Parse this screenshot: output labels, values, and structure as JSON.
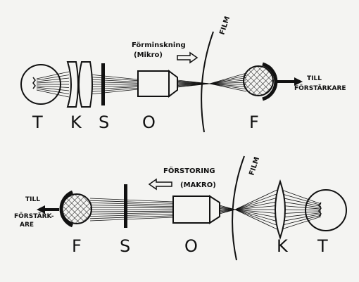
{
  "top_setup": {
    "film_label": "FILM",
    "mode_label_line1": "Förminskning",
    "mode_label_line2": "(Mikro)",
    "output_label_line1": "TILL",
    "output_label_line2": "FÖRSTÄRKARE",
    "component_letters": [
      "T",
      "K",
      "S",
      "O",
      "F"
    ]
  },
  "bottom_setup": {
    "film_label": "FILM",
    "mode_label_line1": "FÖRSTORING",
    "mode_label_line2": "(MAKRO)",
    "output_label_line1": "TILL",
    "output_label_line2": "FÖRSTÄRK-",
    "output_label_line3": "ARE",
    "component_letters": [
      "F",
      "S",
      "O",
      "K",
      "T"
    ]
  },
  "colors": {
    "ink": "#111111",
    "paper": "#f4f4f2"
  },
  "icons": [
    "lamp-icon",
    "condenser-lens-icon",
    "slit-icon",
    "objective-icon",
    "photocell-icon",
    "film-icon",
    "arrow-right-icon",
    "arrow-left-icon"
  ]
}
